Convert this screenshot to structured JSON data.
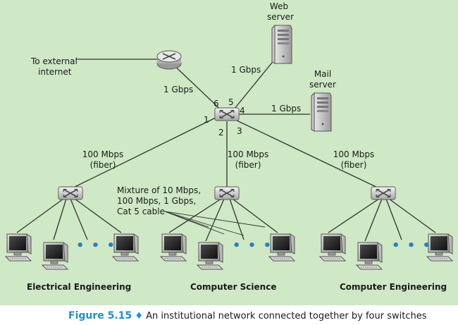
{
  "labels": {
    "to_external_line1": "To external",
    "to_external_line2": "internet",
    "web_line1": "Web",
    "web_line2": "server",
    "mail_line1": "Mail",
    "mail_line2": "server",
    "link_router": "1 Gbps",
    "link_web": "1 Gbps",
    "link_mail": "1 Gbps",
    "port_1": "1",
    "port_2": "2",
    "port_3": "3",
    "port_4": "4",
    "port_5": "5",
    "port_6": "6",
    "ee_link_l1": "100 Mbps",
    "ee_link_l2": "(fiber)",
    "cs_link_l1": "100 Mbps",
    "cs_link_l2": "(fiber)",
    "ce_link_l1": "100 Mbps",
    "ce_link_l2": "(fiber)",
    "mixture_l1": "Mixture of 10 Mbps,",
    "mixture_l2": "100 Mbps, 1 Gbps,",
    "mixture_l3": "Cat 5 cable",
    "dots": "• • •"
  },
  "departments": {
    "ee": "Electrical Engineering",
    "cs": "Computer Science",
    "ce": "Computer Engineering"
  },
  "caption": {
    "figure": "Figure 5.15",
    "separator": "♦",
    "text": "An institutional network connected together by four switches"
  },
  "colors": {
    "background": "#cfe8c5",
    "accent": "#1e8fd0",
    "line": "#333333"
  }
}
